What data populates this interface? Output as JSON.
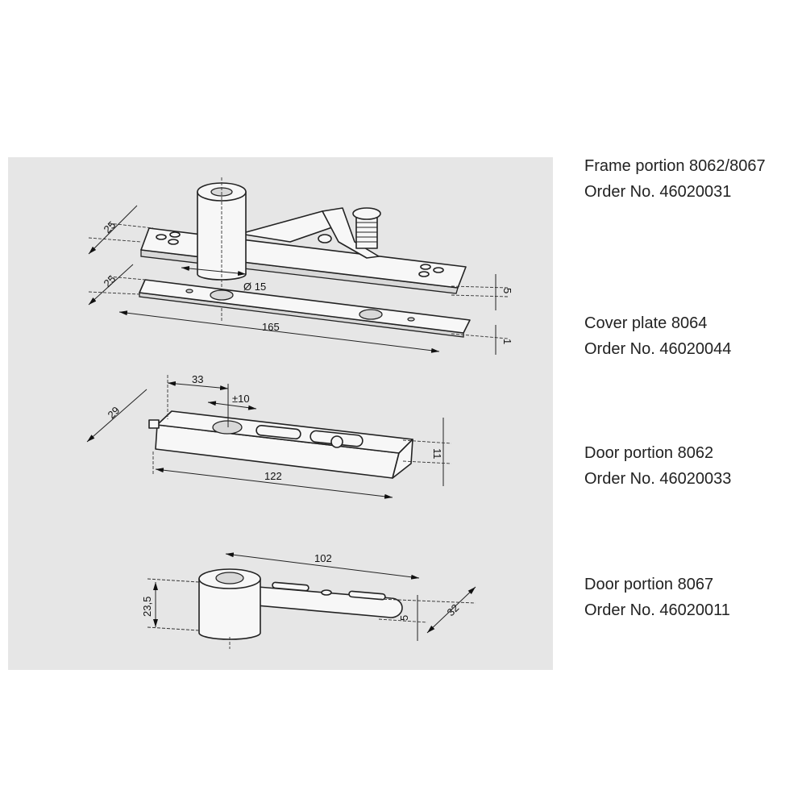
{
  "parts": [
    {
      "name": "Frame portion 8062/8067",
      "order": "Order No. 46020031"
    },
    {
      "name": "Cover plate 8064",
      "order": "Order No. 46020044"
    },
    {
      "name": "Door portion 8062",
      "order": "Order No. 46020033"
    },
    {
      "name": "Door portion 8067",
      "order": "Order No. 46020011"
    }
  ],
  "dimensions": {
    "frame_width": "25",
    "frame_thickness": "5",
    "pivot_diameter": "Ø 15",
    "cover_width": "25",
    "cover_length": "165",
    "cover_thickness": "1",
    "door8062_offset": "33",
    "door8062_adjust": "±10",
    "door8062_width": "29",
    "door8062_length": "122",
    "door8062_height": "11",
    "door8067_length": "102",
    "door8067_height": "23,5",
    "door8067_arm": "5",
    "door8067_width": "32"
  },
  "colors": {
    "panel": "#e6e6e6",
    "text": "#222222"
  }
}
